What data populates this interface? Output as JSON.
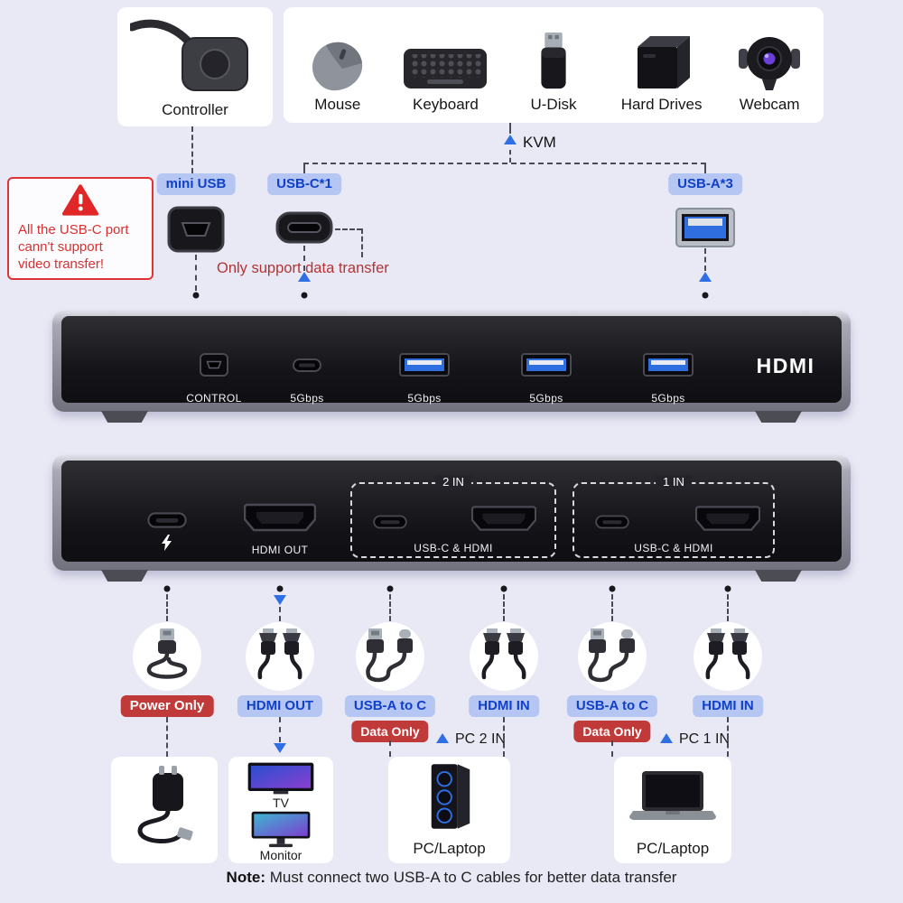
{
  "colors": {
    "background": "#e9e9f6",
    "accent_blue": "#2f6fe4",
    "pill_blue_bg": "#b5c6f2",
    "pill_blue_text": "#1040c8",
    "pill_red_bg": "#c13a3a",
    "warning_red": "#d93030",
    "callout_note_red": "#b13535"
  },
  "top_row": {
    "controller_label": "Controller",
    "devices": [
      "Mouse",
      "Keyboard",
      "U-Disk",
      "Hard Drives",
      "Webcam"
    ]
  },
  "kvm_arrow_label": "KVM",
  "warning_box": {
    "lines": [
      "All the USB-C port",
      "cann't support",
      "video transfer!"
    ]
  },
  "callouts": {
    "mini_usb": "mini USB",
    "usb_c": "USB-C*1",
    "usb_a": "USB-A*3",
    "usb_c_note": "Only support data transfer"
  },
  "kvm_front_panel": {
    "port_labels": [
      "CONTROL",
      "5Gbps",
      "5Gbps",
      "5Gbps",
      "5Gbps"
    ],
    "brand": "HDMI"
  },
  "kvm_rear_panel": {
    "hdmi_out_label": "HDMI OUT",
    "group_2in_title": "2 IN",
    "group_2in_caption": "USB-C & HDMI",
    "group_1in_title": "1 IN",
    "group_1in_caption": "USB-C & HDMI"
  },
  "cable_labels": {
    "power_only": "Power Only",
    "hdmi_out": "HDMI OUT",
    "usb_a_to_c_left": "USB-A to C",
    "data_only_left": "Data Only",
    "hdmi_in_left": "HDMI IN",
    "pc2_in": "PC 2 IN",
    "usb_a_to_c_right": "USB-A to C",
    "data_only_right": "Data Only",
    "hdmi_in_right": "HDMI IN",
    "pc1_in": "PC 1 IN"
  },
  "bottom_row": {
    "tv_label": "TV",
    "monitor_label": "Monitor",
    "pc_tower_label": "PC/Laptop",
    "laptop_label": "PC/Laptop"
  },
  "footer_note": {
    "prefix": "Note:",
    "text": " Must connect two USB-A to C cables for better data transfer"
  }
}
